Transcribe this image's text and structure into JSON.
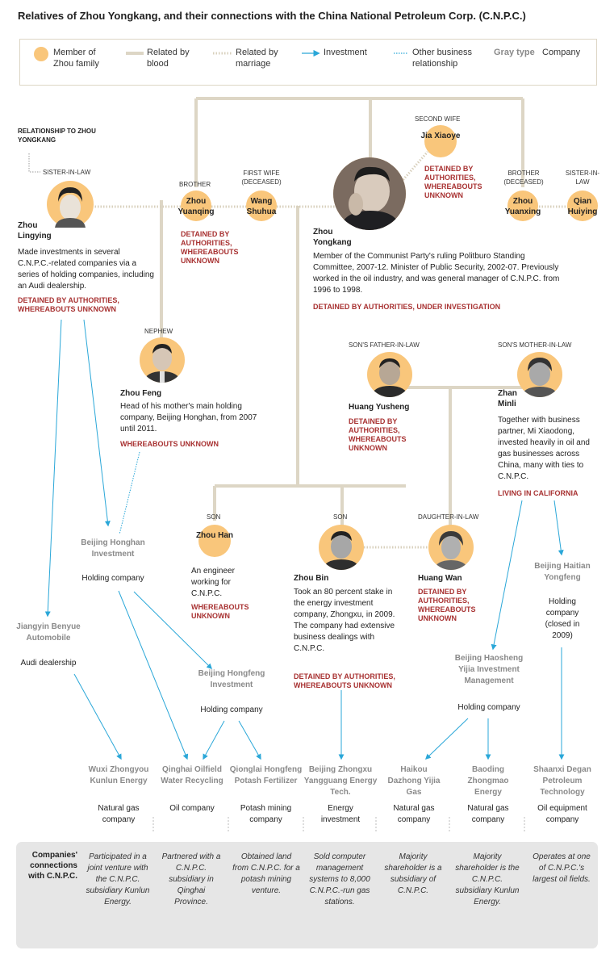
{
  "title": "Relatives of Zhou Yongkang, and their connections with the China National Petroleum Corp. (C.N.P.C.)",
  "legend": {
    "member": "Member of Zhou family",
    "blood": "Related by blood",
    "marriage": "Related by marriage",
    "investment": "Investment",
    "other": "Other business relationship",
    "gray_type": "Gray type",
    "company": "Company"
  },
  "colors": {
    "member_circle": "#f9c67b",
    "blood_line": "#ddd6c5",
    "investment_arrow": "#2aa7d8",
    "status_red": "#a83232",
    "company_gray": "#8a8a8a",
    "bottom_box": "#e6e6e6"
  },
  "relationship_to": "RELATIONSHIP TO ZHOU YONGKANG",
  "people": {
    "zhou_lingying": {
      "relation": "SISTER-IN-LAW",
      "name": "Zhou Lingying",
      "desc": "Made investments in several C.N.P.C.-related companies via a series of holding companies, including an Audi dealership.",
      "status": "DETAINED BY AUTHORITIES, WHEREABOUTS UNKNOWN"
    },
    "zhou_yuanqing": {
      "relation": "BROTHER",
      "name": "Zhou Yuanqing",
      "status": "DETAINED BY AUTHORITIES, WHEREABOUTS UNKNOWN"
    },
    "wang_shuhua": {
      "relation": "FIRST WIFE (DECEASED)",
      "name": "Wang Shuhua"
    },
    "jia_xiaoye": {
      "relation": "SECOND WIFE",
      "name": "Jia Xiaoye",
      "status": "DETAINED BY AUTHORITIES, WHEREABOUTS UNKNOWN"
    },
    "zhou_yongkang": {
      "name": "Zhou Yongkang",
      "desc": "Member of the Communist Party's ruling Politburo Standing Committee, 2007-12. Minister of Public Security, 2002-07. Previously worked in the oil industry, and was general manager of C.N.P.C. from 1996 to 1998.",
      "status": "DETAINED BY AUTHORITIES, UNDER INVESTIGATION"
    },
    "zhou_yuanxing": {
      "relation": "BROTHER (DECEASED)",
      "name": "Zhou Yuanxing"
    },
    "qian_huiying": {
      "relation": "SISTER-IN-LAW",
      "name": "Qian Huiying"
    },
    "zhou_feng": {
      "relation": "NEPHEW",
      "name": "Zhou Feng",
      "desc": "Head of his mother's main holding company, Beijing Honghan, from 2007 until 2011.",
      "status": "WHEREABOUTS UNKNOWN"
    },
    "huang_yusheng": {
      "relation": "SON'S FATHER-IN-LAW",
      "name": "Huang Yusheng",
      "status": "DETAINED BY AUTHORITIES, WHEREABOUTS UNKNOWN"
    },
    "zhan_minli": {
      "relation": "SON'S MOTHER-IN-LAW",
      "name": "Zhan Minli",
      "desc": "Together with business partner, Mi Xiaodong, invested heavily in oil and gas businesses across China, many with ties to C.N.P.C.",
      "status": "LIVING IN CALIFORNIA"
    },
    "zhou_han": {
      "relation": "SON",
      "name": "Zhou Han",
      "desc": "An engineer working for C.N.P.C.",
      "status": "WHEREABOUTS UNKNOWN"
    },
    "zhou_bin": {
      "relation": "SON",
      "name": "Zhou Bin",
      "desc": "Took an 80 percent stake in the energy investment company, Zhongxu, in 2009. The company had extensive business dealings with C.N.P.C.",
      "status": "DETAINED BY AUTHORITIES, WHEREABOUTS UNKNOWN"
    },
    "huang_wan": {
      "relation": "DAUGHTER-IN-LAW",
      "name": "Huang Wan",
      "status": "DETAINED BY AUTHORITIES, WHEREABOUTS UNKNOWN"
    }
  },
  "holdings": {
    "honghan": {
      "name": "Beijing Honghan Investment",
      "type": "Holding company"
    },
    "jiangyin": {
      "name": "Jiangyin Benyue Automobile",
      "type": "Audi dealership"
    },
    "hongfeng": {
      "name": "Beijing Hongfeng Investment",
      "type": "Holding company"
    },
    "haitian": {
      "name": "Beijing Haitian Yongfeng",
      "type": "Holding company (closed in 2009)"
    },
    "haosheng": {
      "name": "Beijing Haosheng Yijia Investment Management",
      "type": "Holding company"
    }
  },
  "companies": [
    {
      "name": "Wuxi Zhongyou Kunlun Energy",
      "type": "Natural gas company",
      "connection": "Participated in a joint venture with the C.N.P.C. subsidiary Kunlun Energy."
    },
    {
      "name": "Qinghai Oilfield Water Recycling",
      "type": "Oil company",
      "connection": "Partnered with a C.N.P.C. subsidiary in Qinghai Province."
    },
    {
      "name": "Qionglai Hongfeng Potash Fertilizer",
      "type": "Potash mining company",
      "connection": "Obtained land from C.N.P.C. for a potash mining venture."
    },
    {
      "name": "Beijing Zhongxu Yangguang Energy Tech.",
      "type": "Energy investment",
      "connection": "Sold computer management systems to 8,000 C.N.P.C.-run gas stations."
    },
    {
      "name": "Haikou Dazhong Yijia Gas",
      "type": "Natural gas company",
      "connection": "Majority shareholder is a subsidiary of C.N.P.C."
    },
    {
      "name": "Baoding Zhongmao Energy",
      "type": "Natural gas company",
      "connection": "Majority shareholder is the C.N.P.C. subsidiary Kunlun Energy."
    },
    {
      "name": "Shaanxi Degan Petroleum Technology",
      "type": "Oil equipment company",
      "connection": "Operates at one of C.N.P.C.'s largest oil fields."
    }
  ],
  "connections_title": "Companies' connections with C.N.P.C."
}
